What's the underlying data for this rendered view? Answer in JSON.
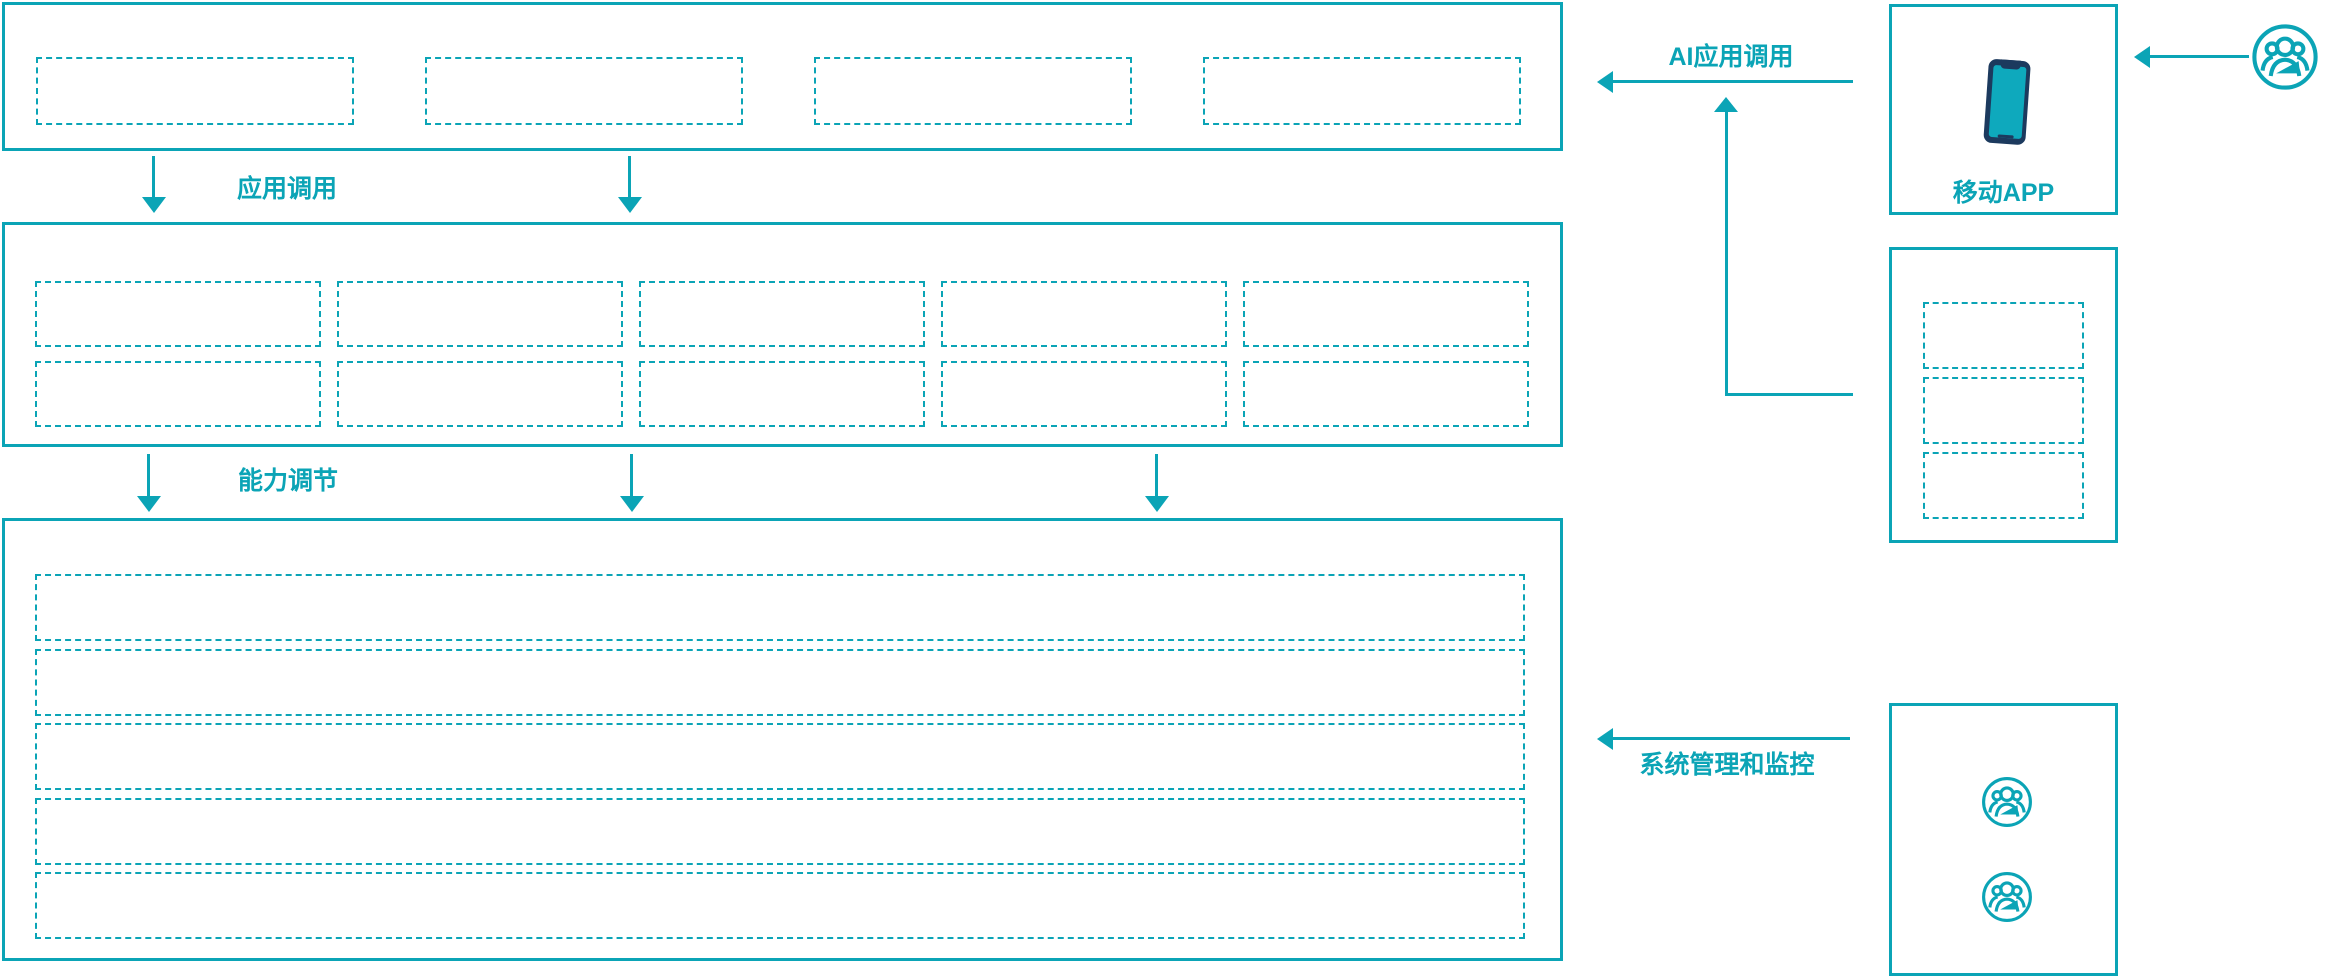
{
  "colors": {
    "accent": "#0ba4b6",
    "phone_body": "#1c3a5e",
    "phone_screen": "#0ea9bd",
    "background": "#ffffff"
  },
  "connectors": {
    "app_call_label": "应用调用",
    "capability_label": "能力调节",
    "ai_app_call_label": "AI应用调用",
    "system_monitor_label": "系统管理和监控"
  },
  "layers": {
    "top": {
      "placeholder_slots": 4
    },
    "middle": {
      "placeholder_rows": 2,
      "placeholder_cols": 5
    },
    "bottom": {
      "placeholder_rows": 5
    }
  },
  "right_panel": {
    "mobile_app": {
      "label": "移动APP",
      "icon": "smartphone-icon"
    },
    "middle_box": {
      "placeholder_slots": 3
    },
    "admin_box": {
      "icons": [
        "user-group-icon",
        "user-group-icon"
      ]
    },
    "external_user_icon": "user-group-icon"
  }
}
